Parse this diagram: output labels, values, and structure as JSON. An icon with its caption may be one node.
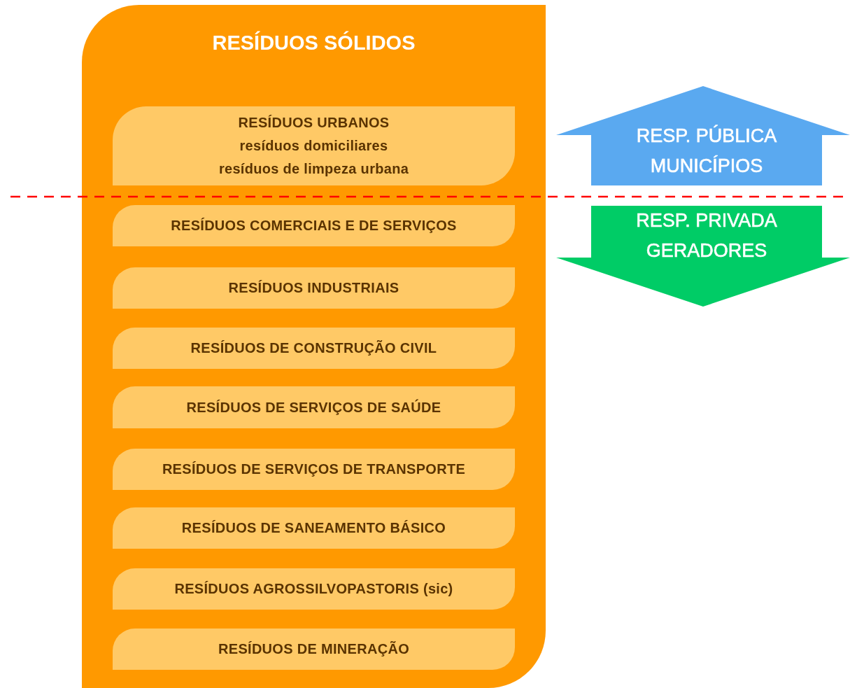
{
  "diagram": {
    "nodes": [
      {
        "text": [
          "RESÍDUOS SÓLIDOS"
        ]
      },
      {
        "text": [
          "RESÍDUOS URBANOS",
          "resíduos domiciliares",
          "resíduos de limpeza urbana"
        ],
        "in": 0
      },
      {
        "text": [
          "RESÍDUOS COMERCIAIS E DE SERVIÇOS"
        ],
        "in": 0
      },
      {
        "text": [
          "RESÍDUOS INDUSTRIAIS"
        ],
        "in": 0
      },
      {
        "text": [
          "RESÍDUOS DE CONSTRUÇÃO CIVIL"
        ],
        "in": 0
      },
      {
        "text": [
          "RESÍDUOS DE SERVIÇOS DE SAÚDE"
        ],
        "in": 0
      },
      {
        "text": [
          "RESÍDUOS DE SERVIÇOS DE TRANSPORTE"
        ],
        "in": 0
      },
      {
        "text": [
          "RESÍDUOS DE SANEAMENTO BÁSICO"
        ],
        "in": 0
      },
      {
        "text": [
          "RESÍDUOS AGROSSILVOPASTORIS (sic)"
        ],
        "in": 0
      },
      {
        "text": [
          "RESÍDUOS DE MINERAÇÃO"
        ],
        "in": 0
      },
      {
        "text": [
          "RESP. PÚBLICA",
          "MUNICÍPIOS"
        ]
      },
      {
        "text": [
          "RESP. PRIVADA",
          "GERADORES"
        ]
      }
    ]
  }
}
